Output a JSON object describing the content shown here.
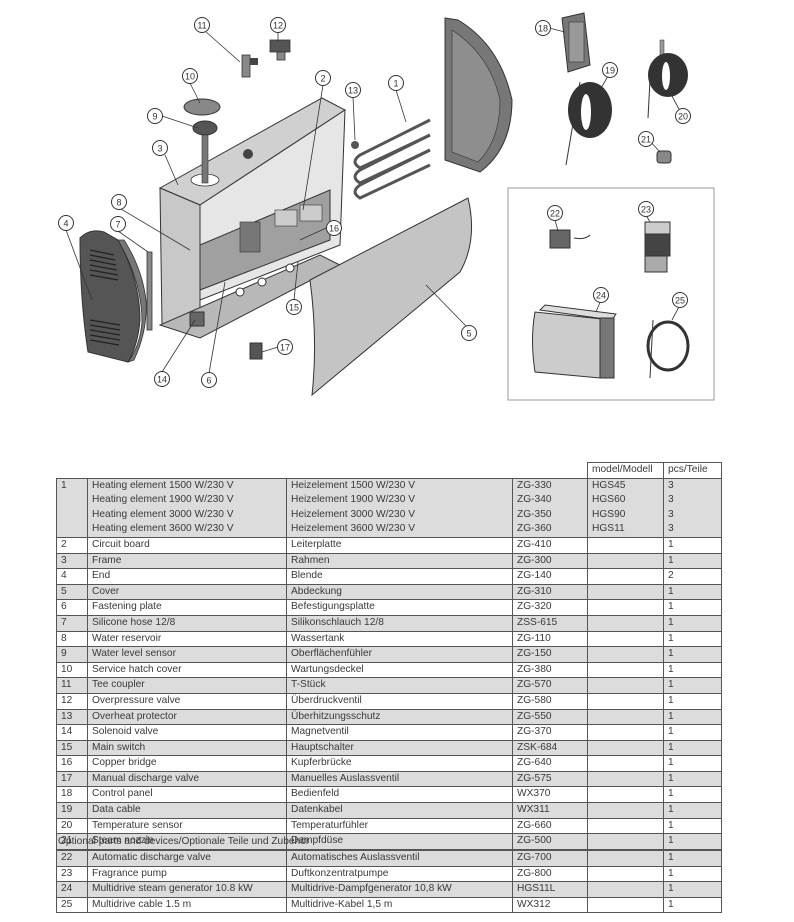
{
  "diagram": {
    "callouts": [
      "1",
      "2",
      "3",
      "4",
      "5",
      "6",
      "7",
      "8",
      "9",
      "10",
      "11",
      "12",
      "13",
      "14",
      "15",
      "16",
      "17",
      "18",
      "19",
      "20",
      "21",
      "22",
      "23",
      "24",
      "25"
    ],
    "colors": {
      "part_dark": "#555555",
      "part_mid": "#8c8c8c",
      "part_light": "#c4c4c4",
      "outline": "#333333"
    }
  },
  "table": {
    "headers": {
      "model": "model/Modell",
      "pcs": "pcs/Teile"
    },
    "row1": {
      "num": "1",
      "en": [
        "Heating element 1500 W/230 V",
        "Heating element 1900 W/230 V",
        "Heating element 3000 W/230 V",
        "Heating element 3600 W/230 V"
      ],
      "de": [
        "Heizelement 1500 W/230 V",
        "Heizelement 1900 W/230 V",
        "Heizelement 3000 W/230 V",
        "Heizelement 3600 W/230 V"
      ],
      "code": [
        "ZG-330",
        "ZG-340",
        "ZG-350",
        "ZG-360"
      ],
      "model": [
        "HGS45",
        "HGS60",
        "HGS90",
        "HGS11"
      ],
      "pcs": [
        "3",
        "3",
        "3",
        "3"
      ]
    },
    "rows": [
      {
        "num": "2",
        "en": "Circuit board",
        "de": "Leiterplatte",
        "code": "ZG-410",
        "model": "",
        "pcs": "1"
      },
      {
        "num": "3",
        "en": "Frame",
        "de": "Rahmen",
        "code": "ZG-300",
        "model": "",
        "pcs": "1"
      },
      {
        "num": "4",
        "en": "End",
        "de": "Blende",
        "code": "ZG-140",
        "model": "",
        "pcs": "2"
      },
      {
        "num": "5",
        "en": "Cover",
        "de": "Abdeckung",
        "code": "ZG-310",
        "model": "",
        "pcs": "1"
      },
      {
        "num": "6",
        "en": "Fastening plate",
        "de": "Befestigungsplatte",
        "code": "ZG-320",
        "model": "",
        "pcs": "1"
      },
      {
        "num": "7",
        "en": "Silicone hose 12/8",
        "de": "Silikonschlauch 12/8",
        "code": "ZSS-615",
        "model": "",
        "pcs": "1"
      },
      {
        "num": "8",
        "en": "Water reservoir",
        "de": "Wassertank",
        "code": "ZG-110",
        "model": "",
        "pcs": "1"
      },
      {
        "num": "9",
        "en": "Water level sensor",
        "de": "Oberflächenfühler",
        "code": "ZG-150",
        "model": "",
        "pcs": "1"
      },
      {
        "num": "10",
        "en": "Service hatch cover",
        "de": "Wartungsdeckel",
        "code": "ZG-380",
        "model": "",
        "pcs": "1"
      },
      {
        "num": "11",
        "en": "Tee coupler",
        "de": "T-Stück",
        "code": "ZG-570",
        "model": "",
        "pcs": "1"
      },
      {
        "num": "12",
        "en": "Overpressure valve",
        "de": "Überdruckventil",
        "code": "ZG-580",
        "model": "",
        "pcs": "1"
      },
      {
        "num": "13",
        "en": "Overheat protector",
        "de": "Überhitzungsschutz",
        "code": "ZG-550",
        "model": "",
        "pcs": "1"
      },
      {
        "num": "14",
        "en": "Solenoid valve",
        "de": "Magnetventil",
        "code": "ZG-370",
        "model": "",
        "pcs": "1"
      },
      {
        "num": "15",
        "en": "Main switch",
        "de": "Hauptschalter",
        "code": "ZSK-684",
        "model": "",
        "pcs": "1"
      },
      {
        "num": "16",
        "en": "Copper bridge",
        "de": "Kupferbrücke",
        "code": "ZG-640",
        "model": "",
        "pcs": "1"
      },
      {
        "num": "17",
        "en": "Manual discharge valve",
        "de": "Manuelles Auslassventil",
        "code": "ZG-575",
        "model": "",
        "pcs": "1"
      },
      {
        "num": "18",
        "en": "Control panel",
        "de": "Bedienfeld",
        "code": "WX370",
        "model": "",
        "pcs": "1"
      },
      {
        "num": "19",
        "en": "Data cable",
        "de": "Datenkabel",
        "code": "WX311",
        "model": "",
        "pcs": "1"
      },
      {
        "num": "20",
        "en": "Temperature sensor",
        "de": "Temperaturfühler",
        "code": "ZG-660",
        "model": "",
        "pcs": "1"
      },
      {
        "num": "21",
        "en": "Steam nozzle",
        "de": "Dampfdüse",
        "code": "ZG-500",
        "model": "",
        "pcs": "1"
      }
    ],
    "optional_caption": "Optional parts and devices/Optionale Teile und Zubehör",
    "optional_rows": [
      {
        "num": "22",
        "en": "Automatic discharge valve",
        "de": "Automatisches Auslassventil",
        "code": "ZG-700",
        "model": "",
        "pcs": "1"
      },
      {
        "num": "23",
        "en": "Fragrance pump",
        "de": "Duftkonzentratpumpe",
        "code": "ZG-800",
        "model": "",
        "pcs": "1"
      },
      {
        "num": "24",
        "en": "Multidrive steam generator 10.8 kW",
        "de": "Multidrive-Dampfgenerator 10,8 kW",
        "code": "HGS11L",
        "model": "",
        "pcs": "1"
      },
      {
        "num": "25",
        "en": "Multidrive cable 1.5 m",
        "de": "Multidrive-Kabel 1,5 m",
        "code": "WX312",
        "model": "",
        "pcs": "1"
      }
    ]
  }
}
